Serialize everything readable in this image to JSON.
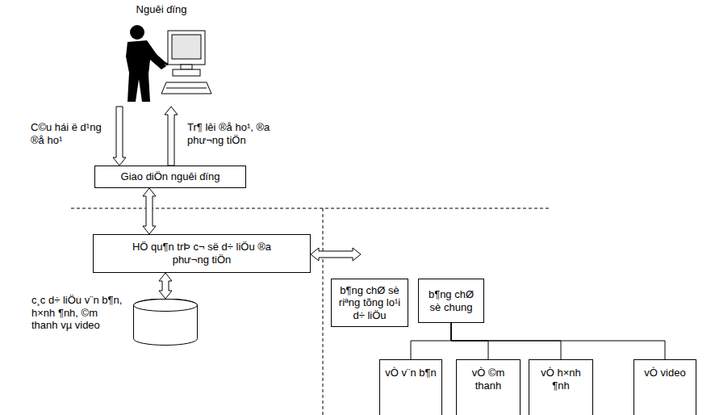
{
  "diagram": {
    "nodes": [
      {
        "text": [
          "Nguêi dïng"
        ]
      },
      {
        "text": [
          "Giao diÖn nguêi dïng"
        ]
      },
      {
        "text": [
          "HÖ qu¶n trÞ c¬ së d÷ liÖu ®a phư¬ng tiÖn"
        ]
      },
      {
        "text": [
          "c¸c d÷ liÖu v¨n b¶n, h×nh ¶nh, ©m thanh vµ video"
        ]
      },
      {
        "text": [
          "b¶ng chØ sè riªng tõng lo¹i d÷ liÖu"
        ]
      },
      {
        "text": [
          "b¶ng chØ sè chung"
        ]
      },
      {
        "text": [
          "vÒ v¨n b¶n"
        ]
      },
      {
        "text": [
          "vÒ ©m thanh"
        ]
      },
      {
        "text": [
          "vÒ h×nh ¶nh"
        ]
      },
      {
        "text": [
          "vÒ video"
        ]
      }
    ],
    "edges": [
      {
        "from": 0,
        "to": 1,
        "arrow": "to",
        "label": "C©u hái ë d¹ng ®å ho¹"
      },
      {
        "from": 1,
        "to": 0,
        "arrow": "to",
        "label": "Tr¶ lêi ®å ho¹, ®a phư¬ng tiÖn"
      },
      {
        "from": 1,
        "to": 2,
        "arrow": "both"
      },
      {
        "from": 2,
        "to": 3,
        "arrow": "both"
      },
      {
        "from": 5,
        "to": 6,
        "arrow": "none"
      },
      {
        "from": 5,
        "to": 7,
        "arrow": "none"
      },
      {
        "from": 5,
        "to": 8,
        "arrow": "none"
      },
      {
        "from": 5,
        "to": 9,
        "arrow": "none"
      }
    ]
  }
}
